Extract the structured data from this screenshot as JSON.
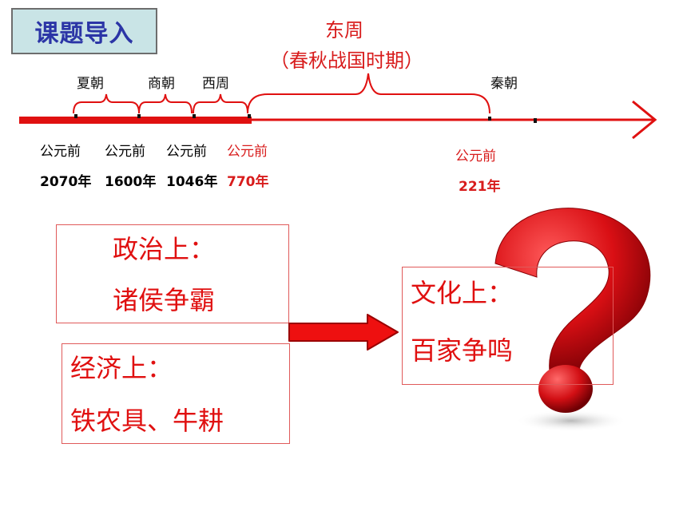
{
  "title": "课题导入",
  "eastern_zhou": {
    "name": "东周",
    "subtitle": "（春秋战国时期）"
  },
  "dynasties": {
    "xia": "夏朝",
    "shang": "商朝",
    "western_zhou": "西周",
    "qin": "秦朝"
  },
  "timeline_dates": [
    {
      "line1": "公元前",
      "line2": "2070年"
    },
    {
      "line1": "公元前",
      "line2": "1600年"
    },
    {
      "line1": "公元前",
      "line2": "1046年"
    },
    {
      "line1": "公元前",
      "line2": "770年"
    },
    {
      "line1": "公元前",
      "line2": "221年"
    }
  ],
  "politics": {
    "heading": "政治上：",
    "body": "诸侯争霸"
  },
  "economy": {
    "heading": "经济上：",
    "body": "铁农具、牛耕"
  },
  "culture": {
    "heading": "文化上：",
    "body": "百家争鸣"
  },
  "colors": {
    "accent_red": "#e01010",
    "title_bg": "#c9e4e6",
    "title_text": "#2b35a6"
  },
  "icons": [
    "right-arrow-icon",
    "question-mark-icon"
  ]
}
